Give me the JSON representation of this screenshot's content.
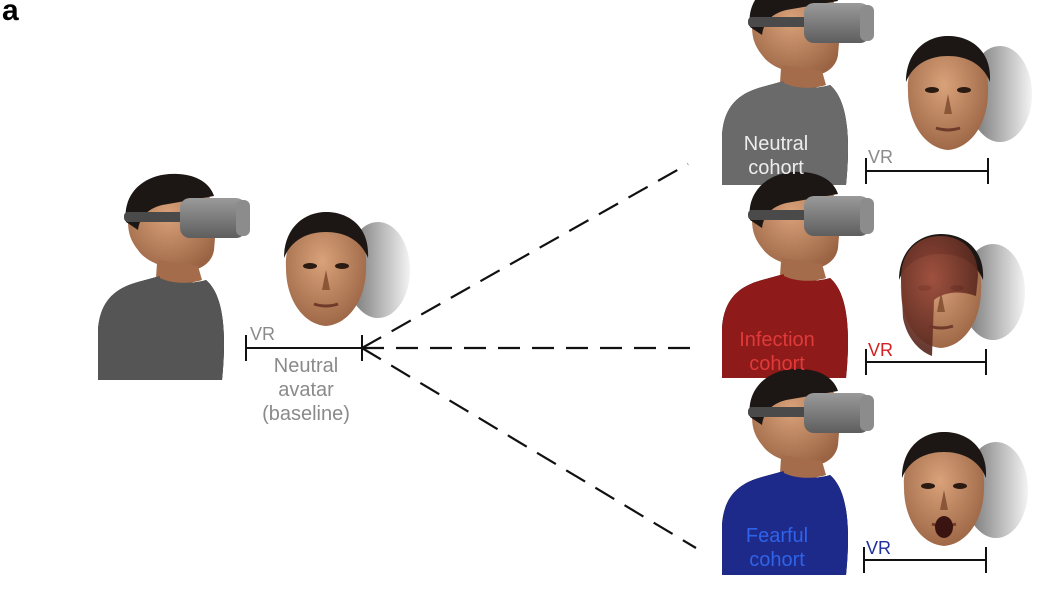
{
  "panel_label": "a",
  "baseline": {
    "vr_label": "VR",
    "avatar_label": "Neutral\navatar\n(baseline)"
  },
  "cohorts": [
    {
      "label": "Neutral\ncohort",
      "vr_label": "VR",
      "shirt_color": "#6a6a6a",
      "label_color": "#ededed",
      "vr_color": "#8a8a8a"
    },
    {
      "label": "Infection\ncohort",
      "vr_label": "VR",
      "shirt_color": "#8e1a1a",
      "label_color": "#e03a3a",
      "vr_color": "#d32020"
    },
    {
      "label": "Fearful\ncohort",
      "vr_label": "VR",
      "shirt_color": "#1d2a8a",
      "label_color": "#2f63e8",
      "vr_color": "#1f2f9e"
    }
  ],
  "colors": {
    "text_gray": "#8a8a8a",
    "line": "#111111",
    "skin": "#b87d57",
    "hair": "#1c1714",
    "headset": "#7c7c7c"
  }
}
